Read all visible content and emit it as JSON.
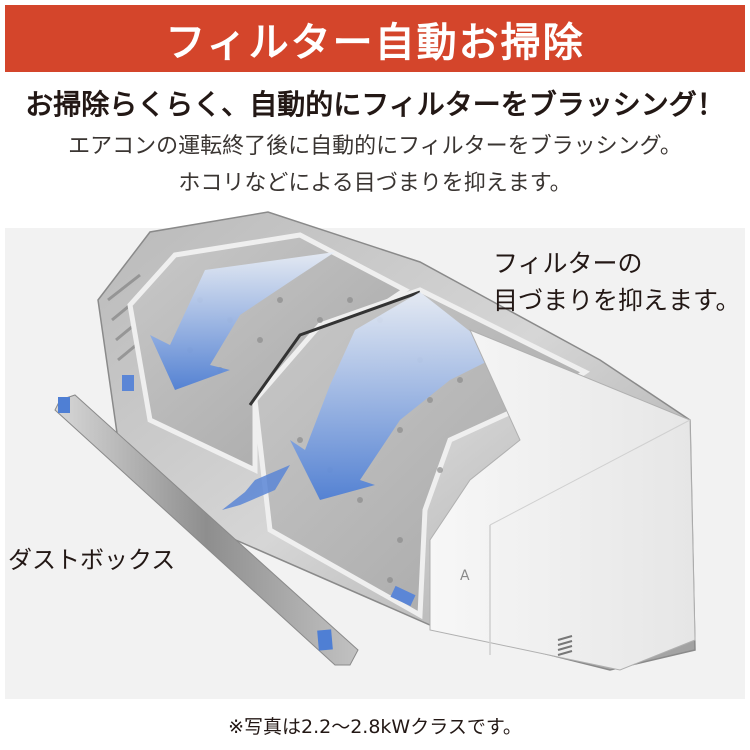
{
  "banner": {
    "title": "フィルター自動お掃除",
    "background_color": "#d4452b",
    "text_color": "#ffffff"
  },
  "headline": "お掃除らくらく、自動的にフィルターをブラッシング！",
  "description": {
    "line1": "エアコンの運転終了後に自動的にフィルターをブラッシング。",
    "line2": "ホコリなどによる目づまりを抑えます。"
  },
  "illustration": {
    "subject": "air-conditioner-cutaway",
    "callout": {
      "line1": "フィルターの",
      "line2": "目づまりを抑えます。"
    },
    "dust_box_label": "ダストボックス",
    "arrow_color": "#5b86d6",
    "panel_color": "#f2f2f2"
  },
  "footnote": "※写真は2.2〜2.8kWクラスです。"
}
